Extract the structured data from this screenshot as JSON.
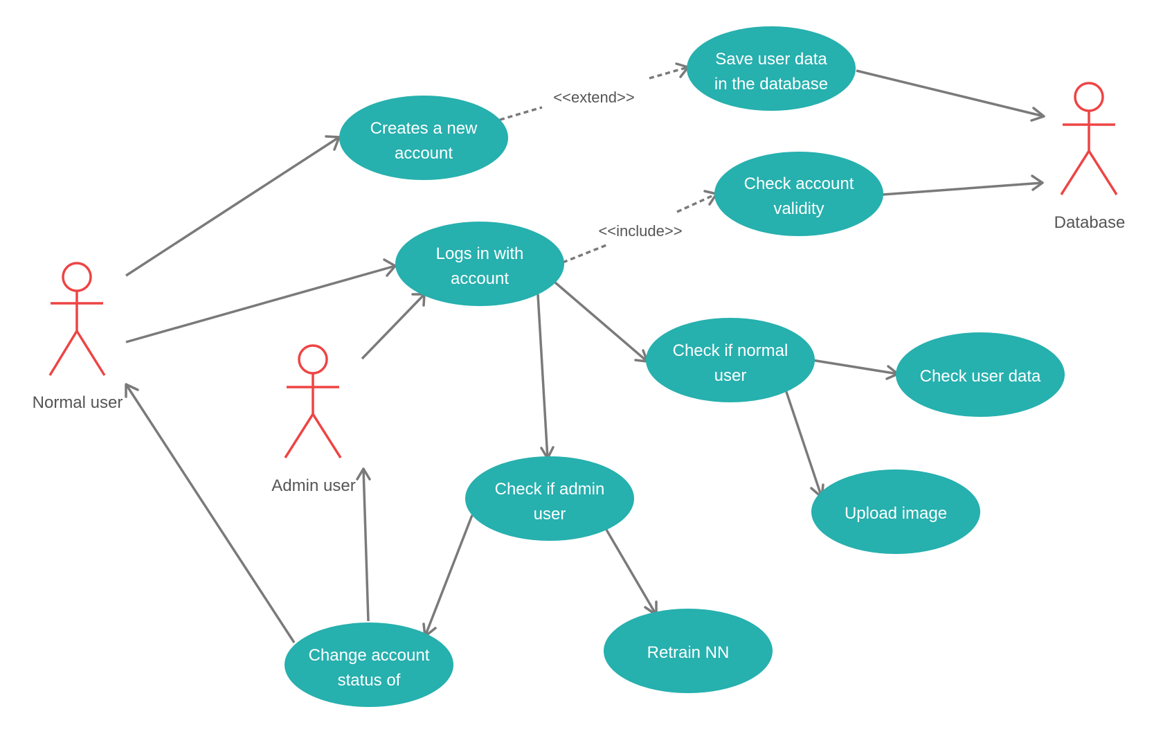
{
  "colors": {
    "use_case_fill": "#26b0ae",
    "use_case_text": "#ffffff",
    "actor_stroke": "#ee4444",
    "edge": "#7a7a7a",
    "label_text": "#555555"
  },
  "actors": {
    "normal_user": "Normal user",
    "admin_user": "Admin user",
    "database": "Database"
  },
  "use_cases": {
    "creates_account": [
      "Creates a new",
      "account"
    ],
    "save_user_data": [
      "Save user data",
      "in the database"
    ],
    "check_validity": [
      "Check account",
      "validity"
    ],
    "logs_in": [
      "Logs in with",
      "account"
    ],
    "check_normal": [
      "Check if normal",
      "user"
    ],
    "check_user_data": [
      "Check user data"
    ],
    "upload_image": [
      "Upload image"
    ],
    "check_admin": [
      "Check if admin",
      "user"
    ],
    "retrain_nn": [
      "Retrain NN"
    ],
    "change_status": [
      "Change account",
      "status of"
    ]
  },
  "stereotypes": {
    "extend": "<<extend>>",
    "include": "<<include>>"
  }
}
